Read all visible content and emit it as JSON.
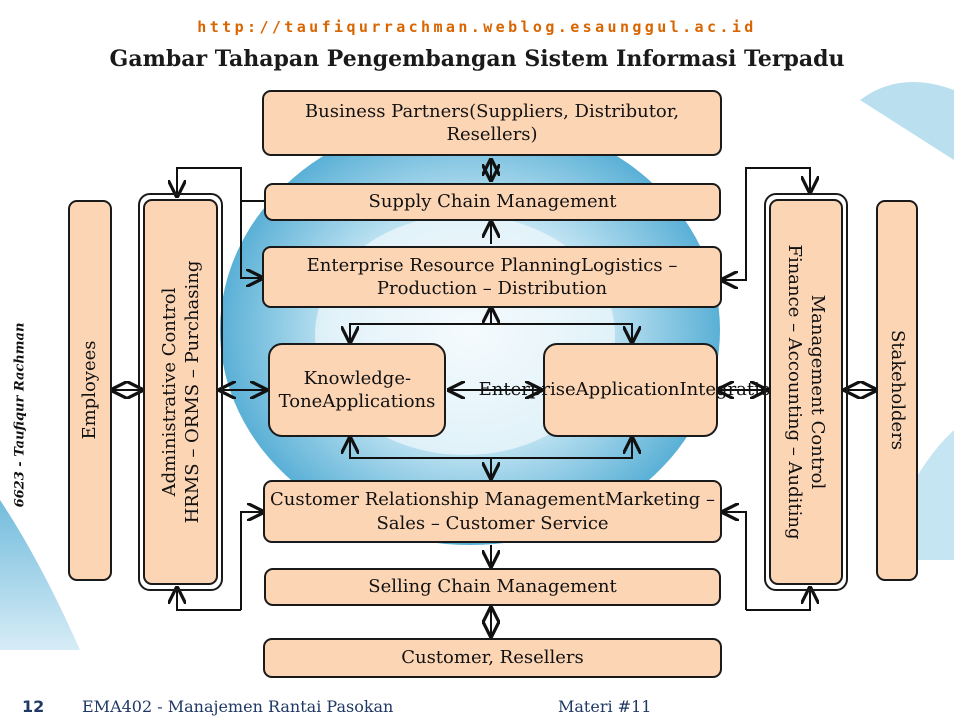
{
  "header": {
    "url": "http://taufiqurrachman.weblog.esaunggul.ac.id",
    "title": "Gambar Tahapan Pengembangan Sistem Informasi Terpadu"
  },
  "diagram": {
    "business_partners": [
      "Business Partners",
      "(Suppliers, Distributor, Resellers)"
    ],
    "supply_chain": "Supply Chain Management",
    "erp": [
      "Enterprise Resource Planning",
      "Logistics – Production – Distribution"
    ],
    "knowledge": [
      "Knowledge-",
      "Tone",
      "Applications"
    ],
    "eai": [
      "Enterprise",
      "Application",
      "Integration"
    ],
    "crm": [
      "Customer Relationship Management",
      "Marketing – Sales – Customer Service"
    ],
    "selling_chain": "Selling Chain Management",
    "customer": "Customer, Resellers",
    "employees": "Employees",
    "admin_control": [
      "Administrative Control",
      "HRMS – ORMS – Purchasing"
    ],
    "mgmt_control": [
      "Management Control",
      "Finance – Accounting – Auditing"
    ],
    "stakeholders": "Stakeholders"
  },
  "author_sidebar": "6623 - Taufiqur Rachman",
  "footer": {
    "page_number": "12",
    "course": "EMA402 - Manajemen Rantai Pasokan",
    "materi": "Materi #11"
  },
  "colors": {
    "box_fill": "#fcd5b5",
    "url_text": "#d96500",
    "footer_text": "#1f3864",
    "background_accent": "#5ab0d6"
  }
}
